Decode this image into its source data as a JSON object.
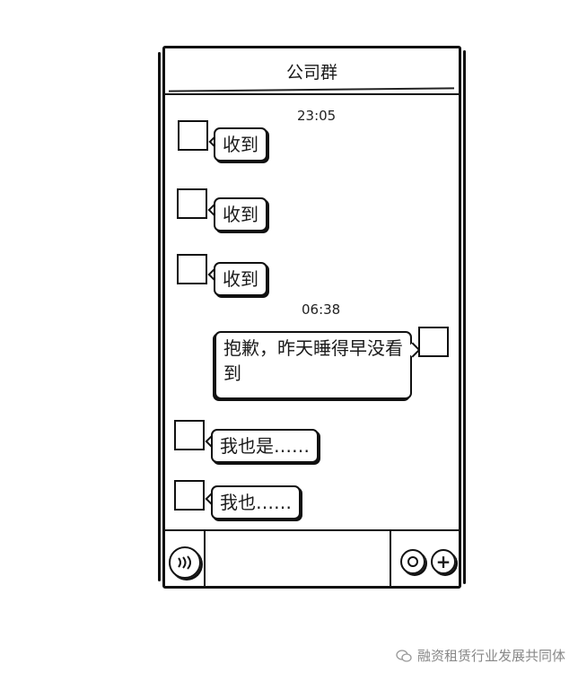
{
  "chat": {
    "title": "公司群",
    "messages": [
      {
        "type": "time",
        "text": "23:05"
      },
      {
        "type": "incoming",
        "text": "收到"
      },
      {
        "type": "incoming",
        "text": "收到"
      },
      {
        "type": "incoming",
        "text": "收到"
      },
      {
        "type": "time",
        "text": "06:38"
      },
      {
        "type": "outgoing",
        "text": "抱歉，昨天睡得早没看到"
      },
      {
        "type": "incoming",
        "text": "我也是……"
      },
      {
        "type": "incoming",
        "text": "我也……"
      }
    ]
  },
  "input_bar": {
    "voice_icon": "voice-icon",
    "emoji_icon": "emoji-icon",
    "plus_icon": "plus-icon"
  },
  "watermark": {
    "text": "融资租赁行业发展共同体",
    "icon": "wechat-icon"
  }
}
